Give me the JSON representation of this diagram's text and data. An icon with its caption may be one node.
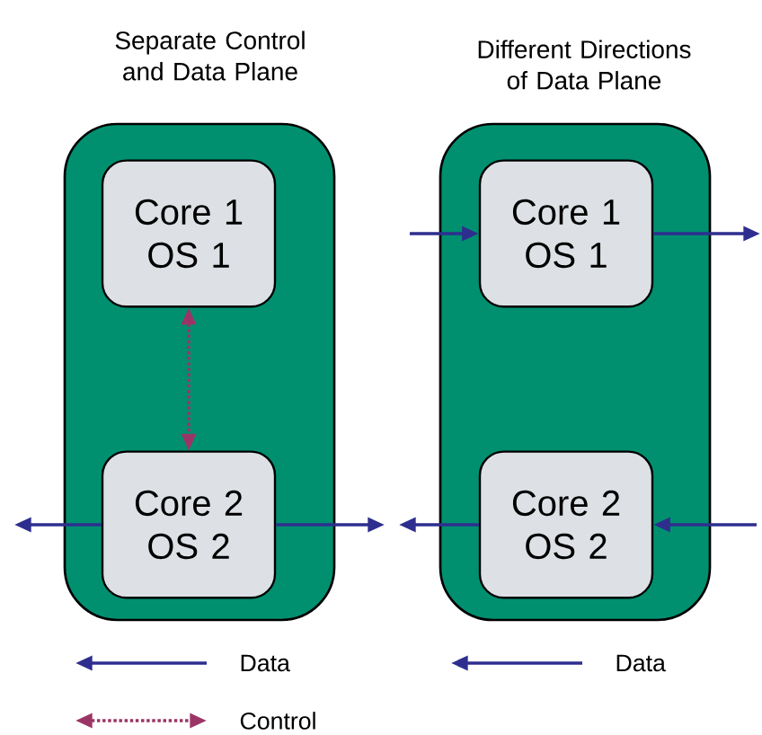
{
  "diagram": {
    "nodes": [
      {
        "text": [
          "Separate Control and Data Plane"
        ]
      },
      {
        "text": [
          "Core 1 OS 1"
        ],
        "in": 0
      },
      {
        "text": [
          "Core 2 OS 2"
        ],
        "in": 0
      },
      {
        "text": [
          "Different Directions of Data Plane"
        ]
      },
      {
        "text": [
          "Core 1 OS 1"
        ],
        "in": 3
      },
      {
        "text": [
          "Core 2 OS 2"
        ],
        "in": 3
      }
    ],
    "edges": [
      {
        "from": 1,
        "to": 2,
        "arrow": "both",
        "style": "dashed",
        "color": "#9b3566"
      },
      {
        "from": 2,
        "to": null,
        "arrow": "to"
      },
      {
        "from": 2,
        "to": null,
        "arrow": "to"
      },
      {
        "from": null,
        "to": 4,
        "arrow": "to"
      },
      {
        "from": 4,
        "to": null,
        "arrow": "to"
      },
      {
        "from": 5,
        "to": null,
        "arrow": "to"
      },
      {
        "from": null,
        "to": 5,
        "arrow": "to"
      }
    ],
    "legend": [
      {
        "text": "Data"
      },
      {
        "text": "Control"
      },
      {
        "text": "Data"
      }
    ]
  }
}
